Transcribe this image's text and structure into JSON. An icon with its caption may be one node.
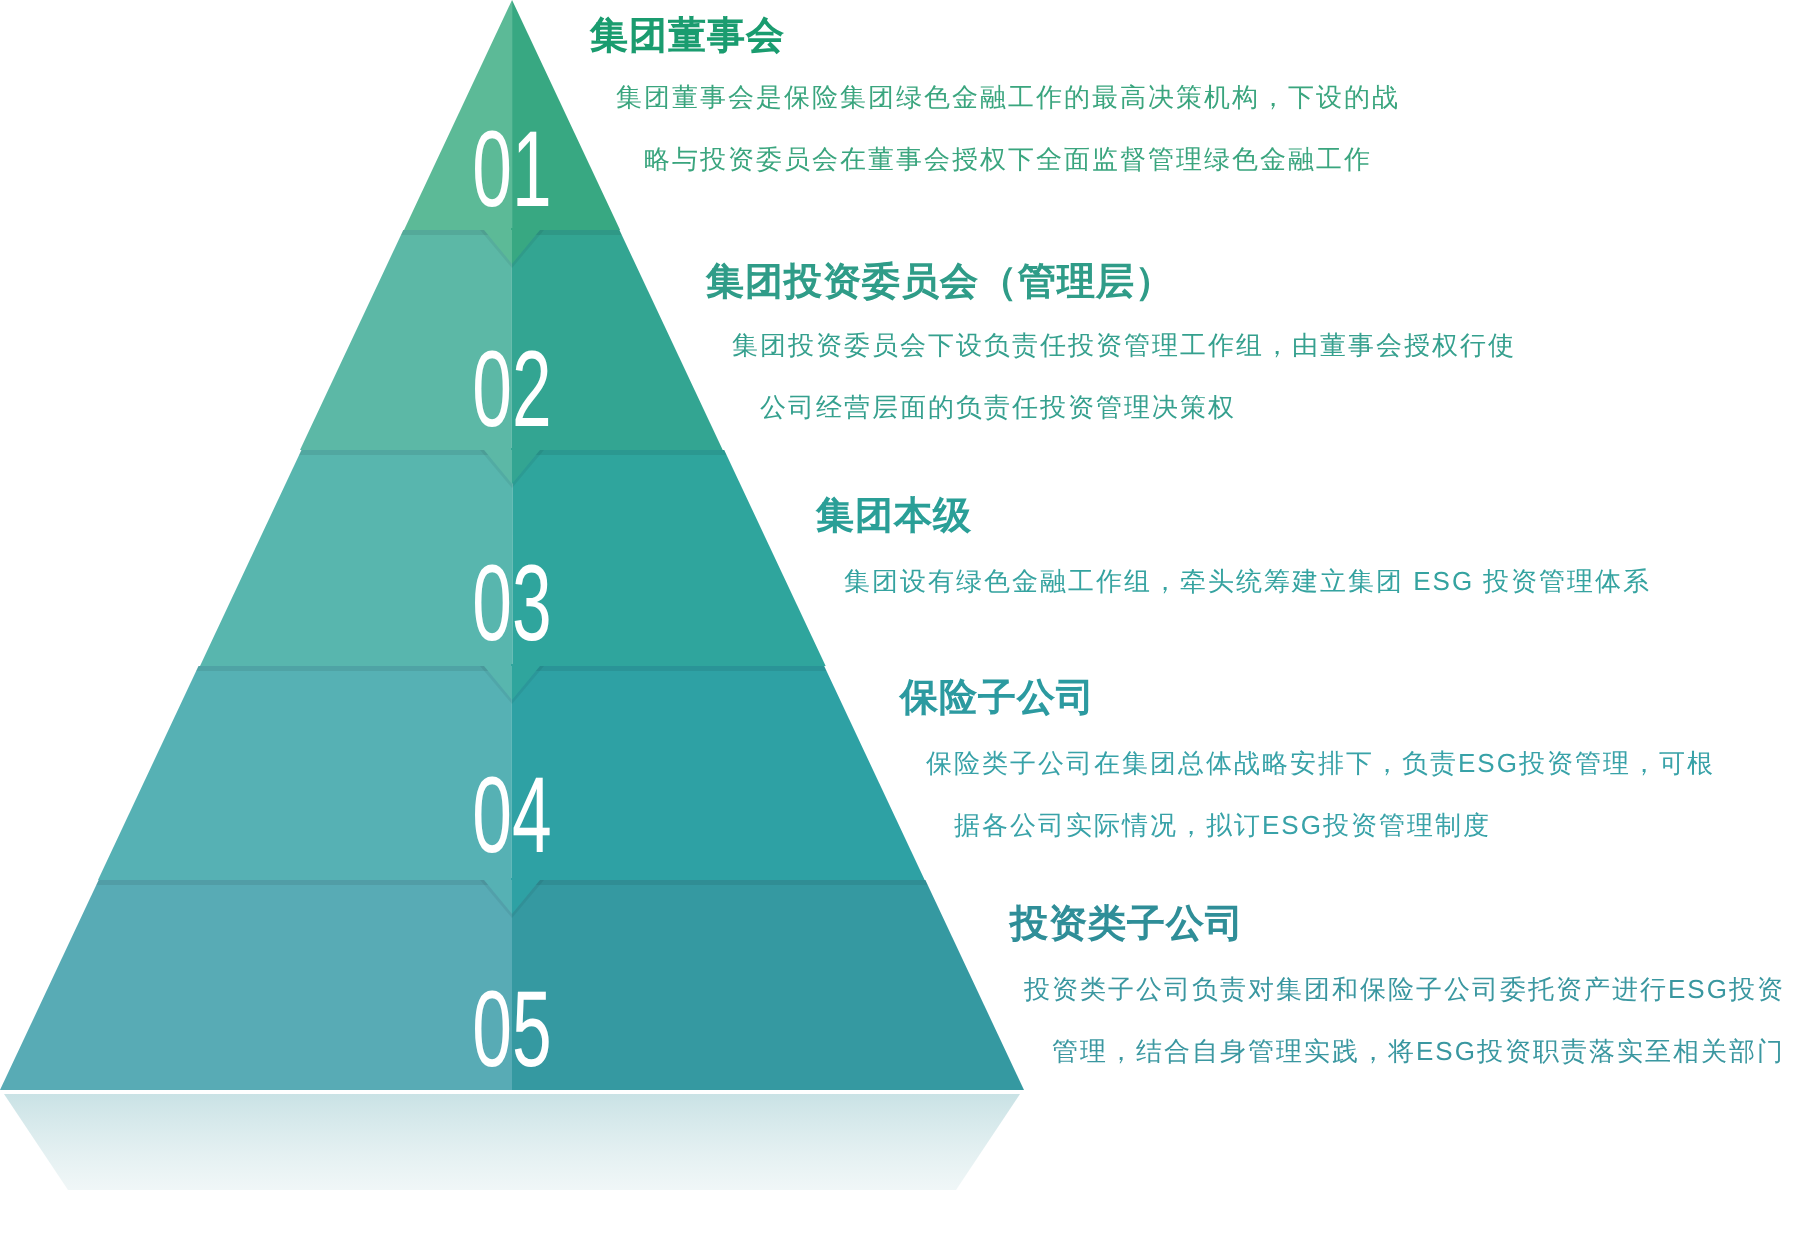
{
  "diagram": {
    "nodes": [
      {
        "text": [
          "01"
        ],
        "beside": [
          "集团董事会",
          "集团董事会是保险集团绿色金融工作的最高决策机构，下设的战略与投资委员会在董事会授权下全面监督管理绿色金融工作"
        ]
      },
      {
        "text": [
          "02"
        ],
        "beside": [
          "集团投资委员会（管理层）",
          "集团投资委员会下设负责任投资管理工作组，由董事会授权行使公司经营层面的负责任投资管理决策权"
        ]
      },
      {
        "text": [
          "03"
        ],
        "beside": [
          "集团本级",
          "集团设有绿色金融工作组，牵头统筹建立集团 ESG 投资管理体系"
        ]
      },
      {
        "text": [
          "04"
        ],
        "beside": [
          "保险子公司",
          "保险类子公司在集团总体战略安排下，负责ESG投资管理，可根据各公司实际情况，拟订ESG投资管理制度"
        ]
      },
      {
        "text": [
          "05"
        ],
        "beside": [
          "投资类子公司",
          "投资类子公司负责对集团和保险子公司委托资产进行ESG投资管理，结合自身管理实践，将ESG投资职责落实至相关部门"
        ]
      },
      {
        "text": [],
        "shape": "reflection"
      }
    ],
    "edges": [
      {
        "from": 0,
        "to": 1,
        "arrow": "to"
      },
      {
        "from": 1,
        "to": 2,
        "arrow": "to"
      },
      {
        "from": 2,
        "to": 3,
        "arrow": "to"
      },
      {
        "from": 3,
        "to": 4,
        "arrow": "to"
      }
    ]
  }
}
